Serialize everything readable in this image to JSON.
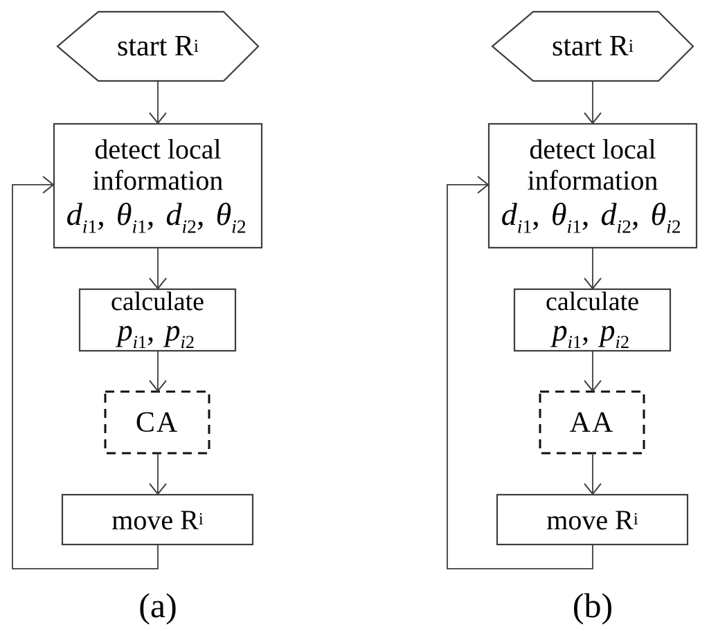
{
  "figure": {
    "colors": {
      "background": "#ffffff",
      "stroke": "#3d3d3d",
      "text": "#000000"
    },
    "flowcharts": [
      {
        "caption": "(a)",
        "start": {
          "label": "start R",
          "subscript": "i"
        },
        "detect": {
          "line1": "detect local",
          "line2": "information",
          "variables": [
            {
              "base": "d",
              "sub_index": "i",
              "sub_num": "1",
              "separator": ","
            },
            {
              "base": "θ",
              "sub_index": "i",
              "sub_num": "1",
              "separator": ","
            },
            {
              "base": "d",
              "sub_index": "i",
              "sub_num": "2",
              "separator": ","
            },
            {
              "base": "θ",
              "sub_index": "i",
              "sub_num": "2",
              "separator": ""
            }
          ]
        },
        "calculate": {
          "label": "calculate",
          "variables": [
            {
              "base": "p",
              "sub_index": "i",
              "sub_num": "1",
              "separator": ","
            },
            {
              "base": "p",
              "sub_index": "i",
              "sub_num": "2",
              "separator": ""
            }
          ]
        },
        "algorithm": {
          "label": "CA"
        },
        "move": {
          "label": "move R",
          "subscript": "i"
        }
      },
      {
        "caption": "(b)",
        "start": {
          "label": "start R",
          "subscript": "i"
        },
        "detect": {
          "line1": "detect local",
          "line2": "information",
          "variables": [
            {
              "base": "d",
              "sub_index": "i",
              "sub_num": "1",
              "separator": ","
            },
            {
              "base": "θ",
              "sub_index": "i",
              "sub_num": "1",
              "separator": ","
            },
            {
              "base": "d",
              "sub_index": "i",
              "sub_num": "2",
              "separator": ","
            },
            {
              "base": "θ",
              "sub_index": "i",
              "sub_num": "2",
              "separator": ""
            }
          ]
        },
        "calculate": {
          "label": "calculate",
          "variables": [
            {
              "base": "p",
              "sub_index": "i",
              "sub_num": "1",
              "separator": ","
            },
            {
              "base": "p",
              "sub_index": "i",
              "sub_num": "2",
              "separator": ""
            }
          ]
        },
        "algorithm": {
          "label": "AA"
        },
        "move": {
          "label": "move R",
          "subscript": "i"
        }
      }
    ]
  }
}
